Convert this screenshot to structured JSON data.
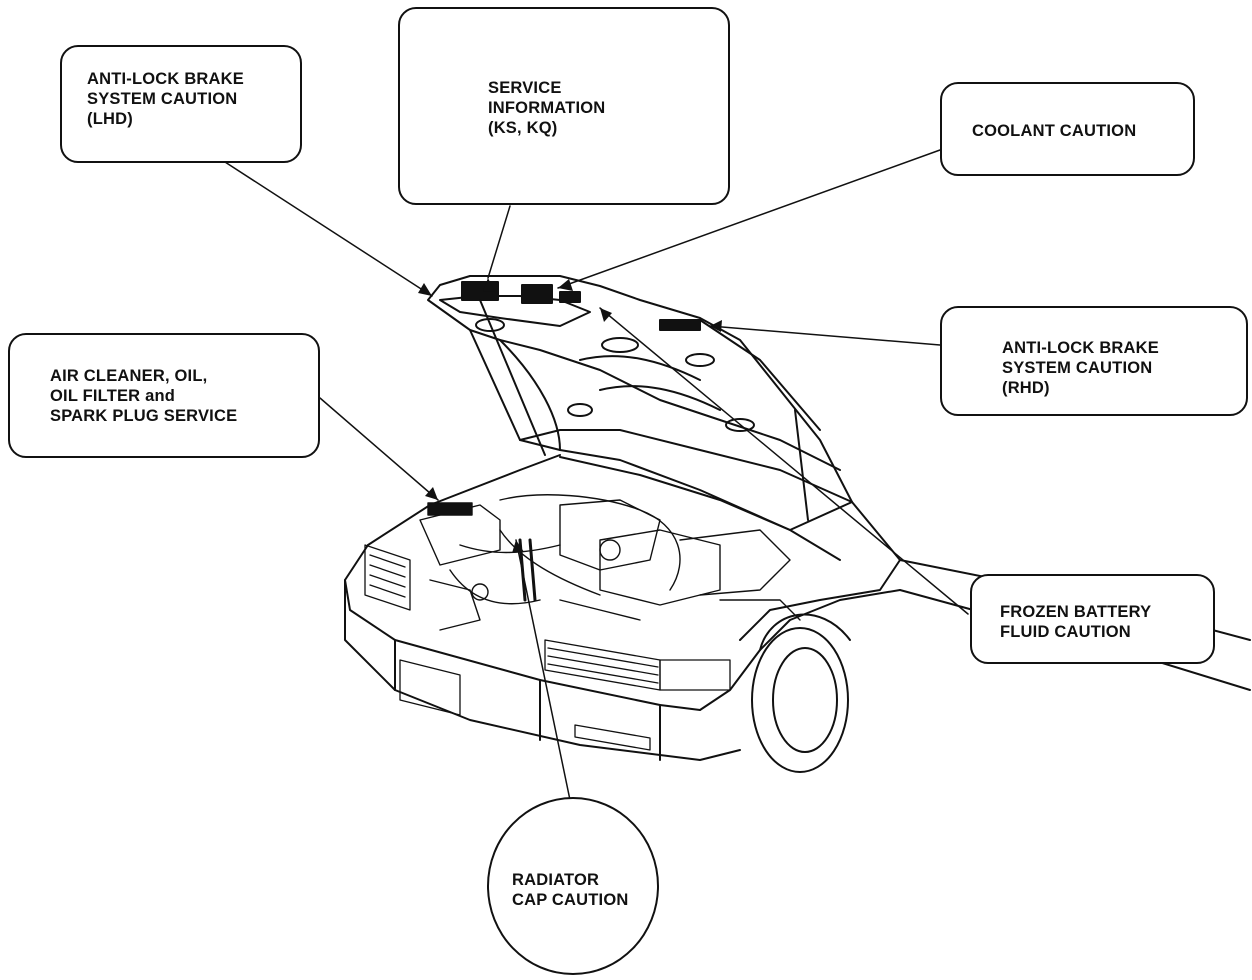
{
  "callouts": {
    "abs_lhd": "ANTI-LOCK BRAKE\nSYSTEM CAUTION\n(LHD)",
    "service_info": "SERVICE\nINFORMATION\n(KS, KQ)",
    "coolant": "COOLANT CAUTION",
    "air_cleaner": "AIR CLEANER, OIL,\nOIL FILTER and\nSPARK PLUG SERVICE",
    "abs_rhd": "ANTI-LOCK BRAKE\nSYSTEM CAUTION\n(RHD)",
    "frozen_battery": "FROZEN BATTERY\nFLUID CAUTION",
    "radiator_cap": "RADIATOR\nCAP CAUTION"
  },
  "colors": {
    "ink": "#111111",
    "paper": "#ffffff"
  },
  "illustration": "car-with-open-hood-engine-bay"
}
